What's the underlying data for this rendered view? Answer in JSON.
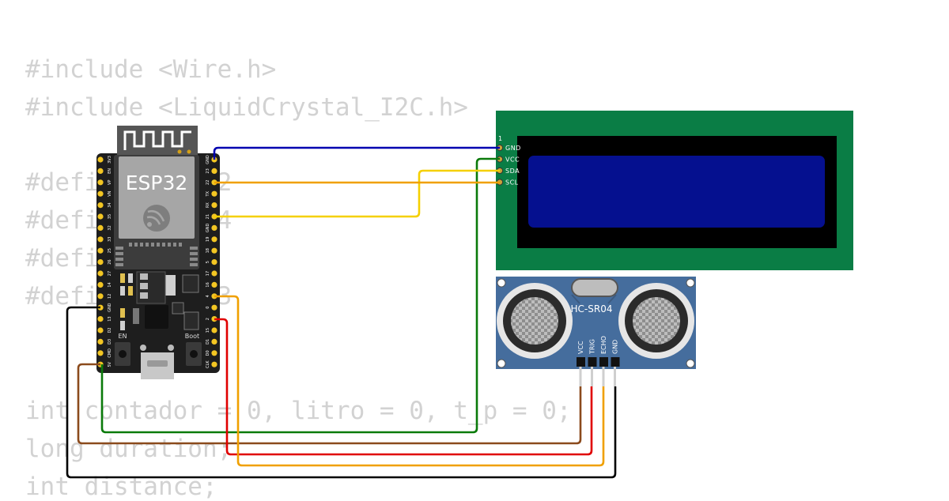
{
  "code": {
    "top": [
      "#include <Wire.h>",
      "#include <LiquidCrystal_I2C.h>"
    ],
    "defines": [
      "#define TRIG 2",
      "#define ECHO 4",
      "#define LED 5",
      "#define BUZ 13"
    ],
    "bottom": [
      "int contador = 0, litro = 0, t_p = 0;",
      "long duration;",
      "int distance;"
    ]
  },
  "esp32": {
    "label": "ESP32",
    "button_en": "EN",
    "button_boot": "Boot",
    "left_pins": [
      "3V3",
      "EN",
      "VP",
      "VN",
      "34",
      "35",
      "32",
      "33",
      "25",
      "26",
      "27",
      "14",
      "12",
      "GND",
      "13",
      "D2",
      "D3",
      "CMD",
      "5V"
    ],
    "right_pins": [
      "GND",
      "23",
      "22",
      "TX",
      "RX",
      "21",
      "GND",
      "19",
      "18",
      "5",
      "17",
      "16",
      "4",
      "0",
      "2",
      "15",
      "D1",
      "D0",
      "CLK"
    ]
  },
  "lcd": {
    "pin_marker": "1",
    "pins": [
      "GND",
      "VCC",
      "SDA",
      "SCL"
    ],
    "colors": {
      "board": "#0a7d45",
      "bezel": "#000000",
      "screen": "#05108f"
    }
  },
  "sensor": {
    "label": "HC-SR04",
    "pins": [
      "VCC",
      "TRIG",
      "ECHO",
      "GND"
    ],
    "colors": {
      "board": "#456d9d"
    }
  },
  "wire_colors": {
    "gnd_lcd": "#0000b0",
    "scl": "#f0a000",
    "sda": "#f5d000",
    "vcc_lcd": "#0a7a0a",
    "gnd_sensor": "#000000",
    "vcc_sensor": "#8b4a1c",
    "trig": "#e00000",
    "echo": "#f0a000"
  }
}
